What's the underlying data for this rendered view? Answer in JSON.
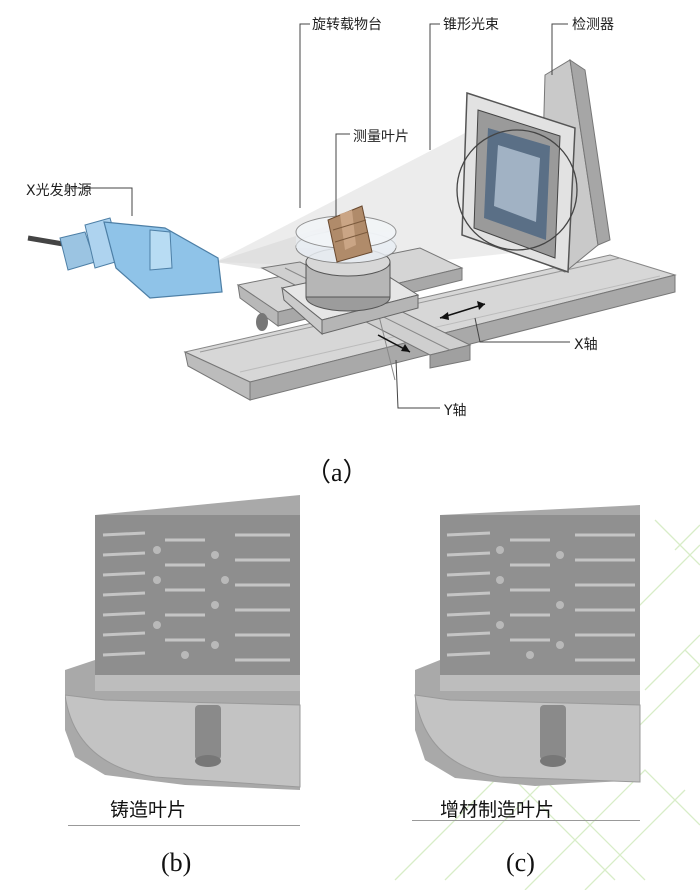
{
  "figure_a": {
    "labels": {
      "xray_source": "X光发射源",
      "rotating_stage": "旋转载物台",
      "cone_beam": "锥形光束",
      "detector": "检测器",
      "blade_sample": "测量叶片",
      "x_axis": "X轴",
      "y_axis": "Y轴"
    },
    "caption": "（a）"
  },
  "figure_b": {
    "label": "铸造叶片",
    "caption": "(b)"
  },
  "figure_c": {
    "label": "增材制造叶片",
    "caption": "(c)"
  },
  "colors": {
    "source_blue": "#8fc3e8",
    "rail_gray": "#d9d9d9",
    "beam_gray": "#e6e6e6",
    "text": "#222222"
  }
}
